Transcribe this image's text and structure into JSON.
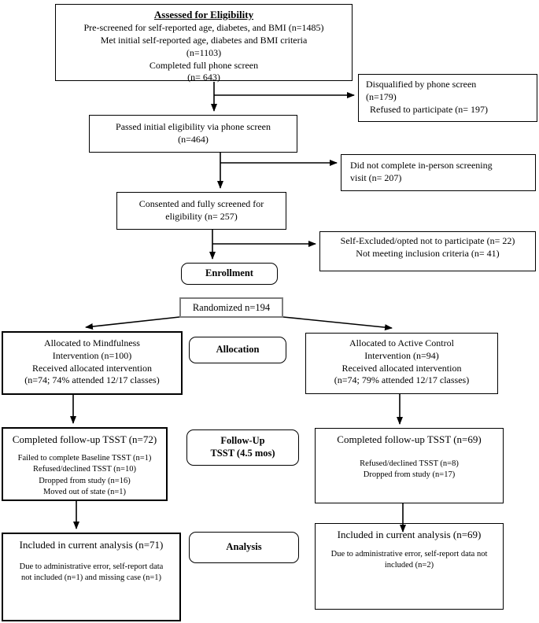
{
  "diagram": {
    "type": "consort-flowchart",
    "colors": {
      "background": "#ffffff",
      "text": "#000000",
      "line": "#000000",
      "randomized_border": "#7d7d7d"
    },
    "boxes": {
      "eligibility": {
        "title": "Assessed for Eligibility",
        "lines": [
          "Pre-screened for self-reported age, diabetes, and BMI (n=1485)",
          "Met initial self-reported age, diabetes and BMI criteria",
          "(n=1103)",
          "Completed full phone screen",
          "(n= 643)"
        ]
      },
      "disqualified": {
        "lines": [
          "Disqualified by phone screen",
          "(n=179)",
          "Refused to participate (n= 197)"
        ]
      },
      "passed_phone": {
        "lines": [
          "Passed initial eligibility via phone screen",
          "(n=464)"
        ]
      },
      "no_inperson_visit": {
        "lines": [
          "Did not complete in-person screening",
          "visit (n= 207)"
        ]
      },
      "consented": {
        "lines": [
          "Consented and fully screened for",
          "eligibility (n= 257)"
        ]
      },
      "self_excluded": {
        "lines": [
          "Self-Excluded/opted not to participate (n= 22)",
          "Not meeting inclusion criteria (n= 41)"
        ]
      },
      "enrollment": {
        "label": "Enrollment"
      },
      "randomized": {
        "label": "Randomized n=194"
      },
      "allocated_mindfulness": {
        "lines": [
          "Allocated to Mindfulness",
          "Intervention (n=100)",
          "Received allocated intervention",
          "(n=74; 74% attended 12/17 classes)"
        ]
      },
      "allocation_stage": {
        "label": "Allocation"
      },
      "allocated_control": {
        "lines": [
          "Allocated to Active Control",
          "Intervention (n=94)",
          "Received allocated intervention",
          "(n=74; 79% attended 12/17 classes)"
        ]
      },
      "followup_mindfulness": {
        "title": "Completed follow-up TSST (n=72)",
        "details": [
          "Failed to complete Baseline TSST (n=1)",
          "Refused/declined TSST (n=10)",
          "Dropped from study (n=16)",
          "Moved out of state (n=1)"
        ]
      },
      "followup_stage": {
        "lines": [
          "Follow-Up",
          "TSST (4.5 mos)"
        ]
      },
      "followup_control": {
        "title": "Completed follow-up TSST (n=69)",
        "details": [
          "Refused/declined TSST (n=8)",
          "Dropped from study (n=17)"
        ]
      },
      "analysis_mindfulness": {
        "title": "Included in current analysis (n=71)",
        "details": [
          "Due to administrative error, self-report data",
          "not included (n=1) and missing case (n=1)"
        ]
      },
      "analysis_stage": {
        "label": "Analysis"
      },
      "analysis_control": {
        "title": "Included in current analysis (n=69)",
        "details": [
          "Due to administrative error, self-report data not",
          "included (n=2)"
        ]
      }
    }
  }
}
